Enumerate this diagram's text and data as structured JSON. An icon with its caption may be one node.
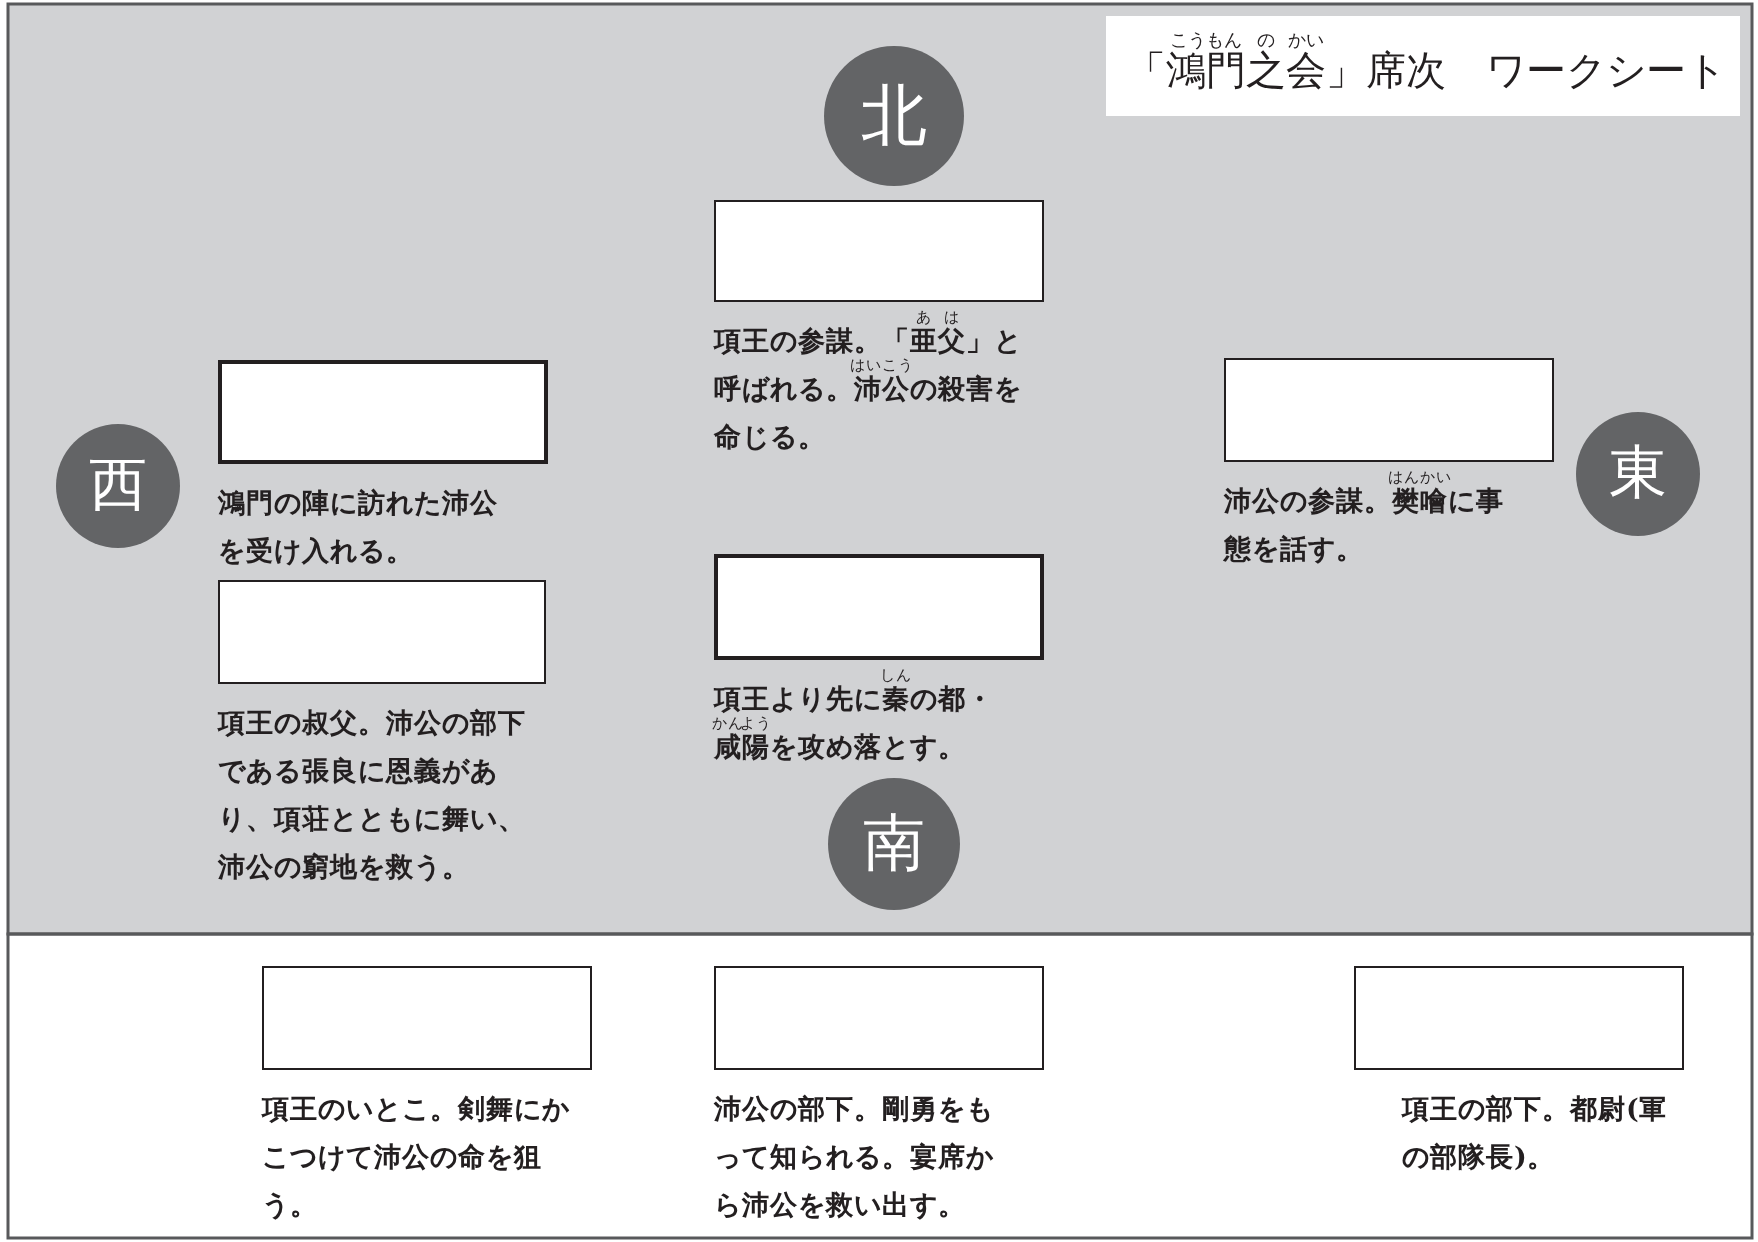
{
  "diagram": {
    "title": "「鴻門之会」席次　ワークシート",
    "nodes": [
      {
        "text": [
          "北"
        ]
      },
      {
        "text": [],
        "shape": "box",
        "beside": [
          "項王の参謀。「亜父」と呼ばれる。沛公の殺害を命じる。"
        ]
      },
      {
        "text": [
          "西"
        ]
      },
      {
        "text": [],
        "shape": "box",
        "beside": [
          "鴻門の陣に訪れた沛公を受け入れる。"
        ]
      },
      {
        "text": [],
        "shape": "box",
        "beside": [
          "沛公の参謀。樊噲に事態を話す。"
        ]
      },
      {
        "text": [
          "東"
        ]
      },
      {
        "text": [],
        "shape": "box",
        "beside": [
          "項王の叔父。沛公の部下である張良に恩義があり、項荘とともに舞い、沛公の窮地を救う。"
        ]
      },
      {
        "text": [],
        "shape": "box",
        "beside": [
          "項王より先に秦の都・咸陽を攻め落とす。"
        ]
      },
      {
        "text": [
          "南"
        ]
      },
      {
        "text": [],
        "shape": "box",
        "beside": [
          "項王のいとこ。剣舞にかこつけて沛公の命を狙う。"
        ]
      },
      {
        "text": [],
        "shape": "box",
        "beside": [
          "沛公の部下。剛勇をもって知られる。宴席から沛公を救い出す。"
        ]
      },
      {
        "text": [],
        "shape": "box",
        "beside": [
          "項王の部下。都尉(軍の部隊長)。"
        ]
      }
    ],
    "labels": [
      "こうもん",
      "の",
      "かい",
      "あ",
      "は",
      "はいこう",
      "はんかい",
      "しん",
      "かん",
      "よう"
    ]
  }
}
